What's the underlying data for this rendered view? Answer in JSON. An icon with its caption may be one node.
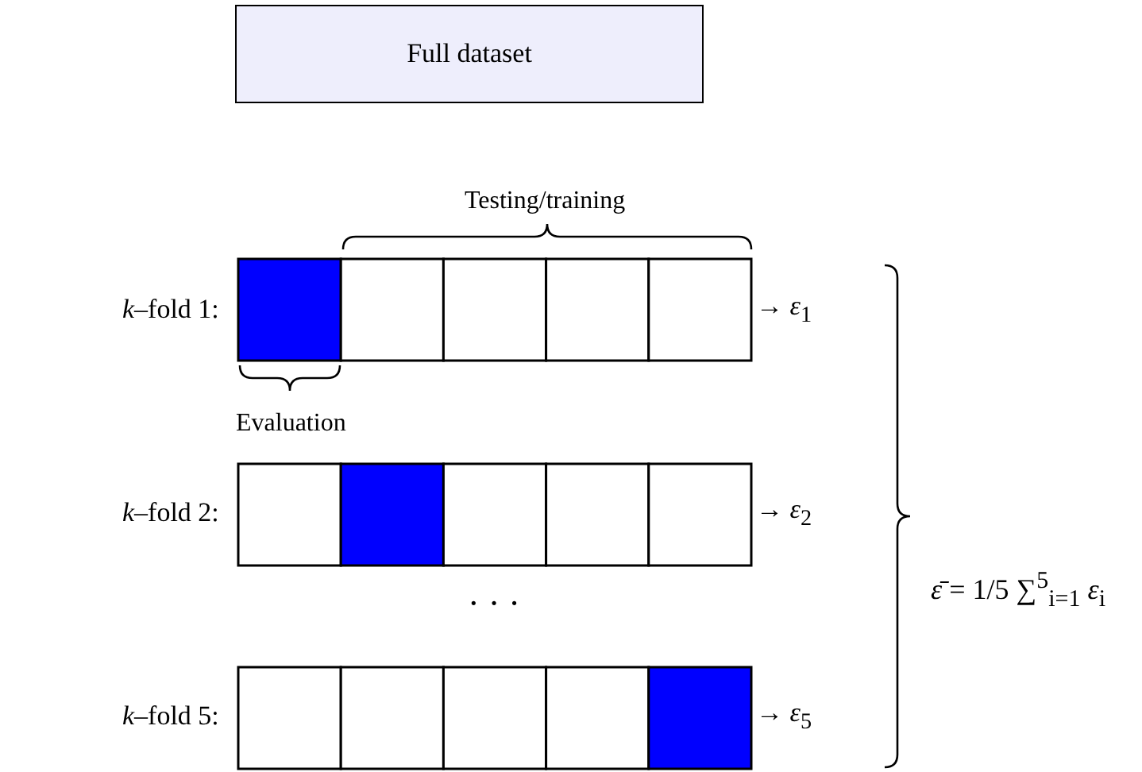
{
  "diagram": {
    "nodes": [
      {
        "text": [
          "Full dataset"
        ]
      }
    ],
    "labels": [
      "Testing/training",
      "*k*–fold 1:",
      "→ *ε*$_{1}$",
      "Evaluation",
      "*k*–fold 2:",
      "→ *ε*$_{2}$",
      "· · ·",
      "*k*–fold 5:",
      "→ *ε*$_{5}$",
      "*ε̄* = 1/5 ∑$^{5}$$_{i=1}$ *ε*$_{i}$"
    ]
  }
}
